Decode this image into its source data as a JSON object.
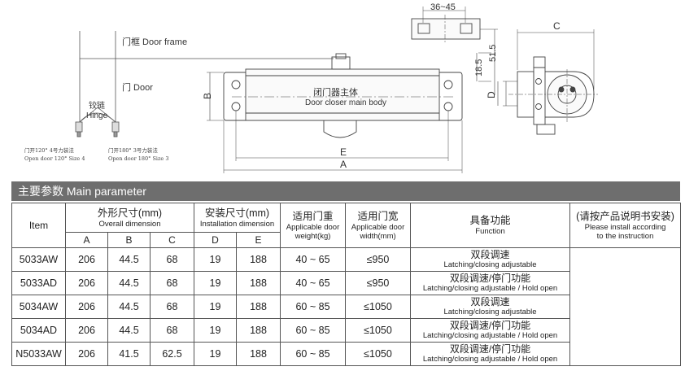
{
  "drawing": {
    "door_frame_label": "门框 Door frame",
    "door_label": "门 Door",
    "hinge_cn": "铰链",
    "hinge_en": "Hinge",
    "note_left_cn": "门开120° 4号力装法",
    "note_left_en": "Open door 120° Size 4",
    "note_right_cn": "门开180° 3号力装法",
    "note_right_en": "Open door 180° Size 3",
    "body_cn": "闭门器主体",
    "body_en": "Door closer main body",
    "dim_a": "A",
    "dim_b": "B",
    "dim_c": "C",
    "dim_d": "D",
    "dim_e": "E",
    "dim_36_45": "36~45",
    "dim_18_5": "18.5",
    "dim_51_5": "51.5"
  },
  "table": {
    "band_title": "主要参数 Main parameter",
    "col_item": "Item",
    "col_overall_cn": "外形尺寸(mm)",
    "col_overall_en": "Overall dimension",
    "col_install_cn": "安装尺寸(mm)",
    "col_install_en": "Installation dimension",
    "col_weight_cn": "适用门重",
    "col_weight_en1": "Applicable door",
    "col_weight_en2": "weight(kg)",
    "col_width_cn": "适用门宽",
    "col_width_en1": "Applicable door",
    "col_width_en2": "width(mm)",
    "col_function_cn": "具备功能",
    "col_function_en": "Function",
    "col_note_cn": "(请按产品说明书安装)",
    "col_note_en1": "Please install according",
    "col_note_en2": "to the instruction",
    "sub_a": "A",
    "sub_b": "B",
    "sub_c": "C",
    "sub_d": "D",
    "sub_e": "E",
    "rows": [
      {
        "item": "5033AW",
        "a": "206",
        "b": "44.5",
        "c": "68",
        "d": "19",
        "e": "188",
        "weight": "40 ~ 65",
        "width": "≤950",
        "fn_cn": "双段调速",
        "fn_en": "Latching/closing adjustable"
      },
      {
        "item": "5033AD",
        "a": "206",
        "b": "44.5",
        "c": "68",
        "d": "19",
        "e": "188",
        "weight": "40 ~ 65",
        "width": "≤950",
        "fn_cn": "双段调速/停门功能",
        "fn_en": "Latching/closing adjustable / Hold open"
      },
      {
        "item": "5034AW",
        "a": "206",
        "b": "44.5",
        "c": "68",
        "d": "19",
        "e": "188",
        "weight": "60 ~ 85",
        "width": "≤1050",
        "fn_cn": "双段调速",
        "fn_en": "Latching/closing adjustable"
      },
      {
        "item": "5034AD",
        "a": "206",
        "b": "44.5",
        "c": "68",
        "d": "19",
        "e": "188",
        "weight": "60 ~ 85",
        "width": "≤1050",
        "fn_cn": "双段调速/停门功能",
        "fn_en": "Latching/closing adjustable / Hold open"
      },
      {
        "item": "N5033AW",
        "a": "206",
        "b": "41.5",
        "c": "62.5",
        "d": "19",
        "e": "188",
        "weight": "60 ~ 85",
        "width": "≤1050",
        "fn_cn": "双段调速/停门功能",
        "fn_en": "Latching/closing adjustable / Hold open"
      }
    ]
  }
}
